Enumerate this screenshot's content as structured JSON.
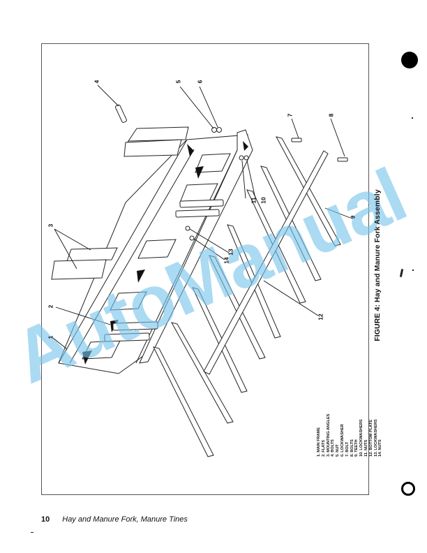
{
  "page": {
    "page_number": "10",
    "running_title": "Hay and Manure Fork, Manure Tines"
  },
  "figure": {
    "title": "FIGURE 4:  Hay and Manure Fork Assembly",
    "callouts": [
      "1",
      "2",
      "3",
      "4",
      "5",
      "6",
      "7",
      "8",
      "9",
      "10",
      "11",
      "12",
      "13",
      "14"
    ],
    "parts_list": [
      "1. MAIN FRAME",
      "2. FLATS",
      "3. MOUNTING ANGLES",
      "4. BOLTS",
      "5. NUT",
      "6. LOCKWASHER",
      "7. BOLT",
      "8. BOLTS",
      "9. TEETH",
      "10. LOCKWASHERS",
      "11. NUTS",
      "12. BOTTOM PLATE",
      "13. LOCKWASHERS",
      "14. NUTS"
    ]
  },
  "watermark": {
    "text": "AutoManual",
    "color": "#78c3eb"
  },
  "colors": {
    "ink": "#111111",
    "frame": "#555555"
  }
}
